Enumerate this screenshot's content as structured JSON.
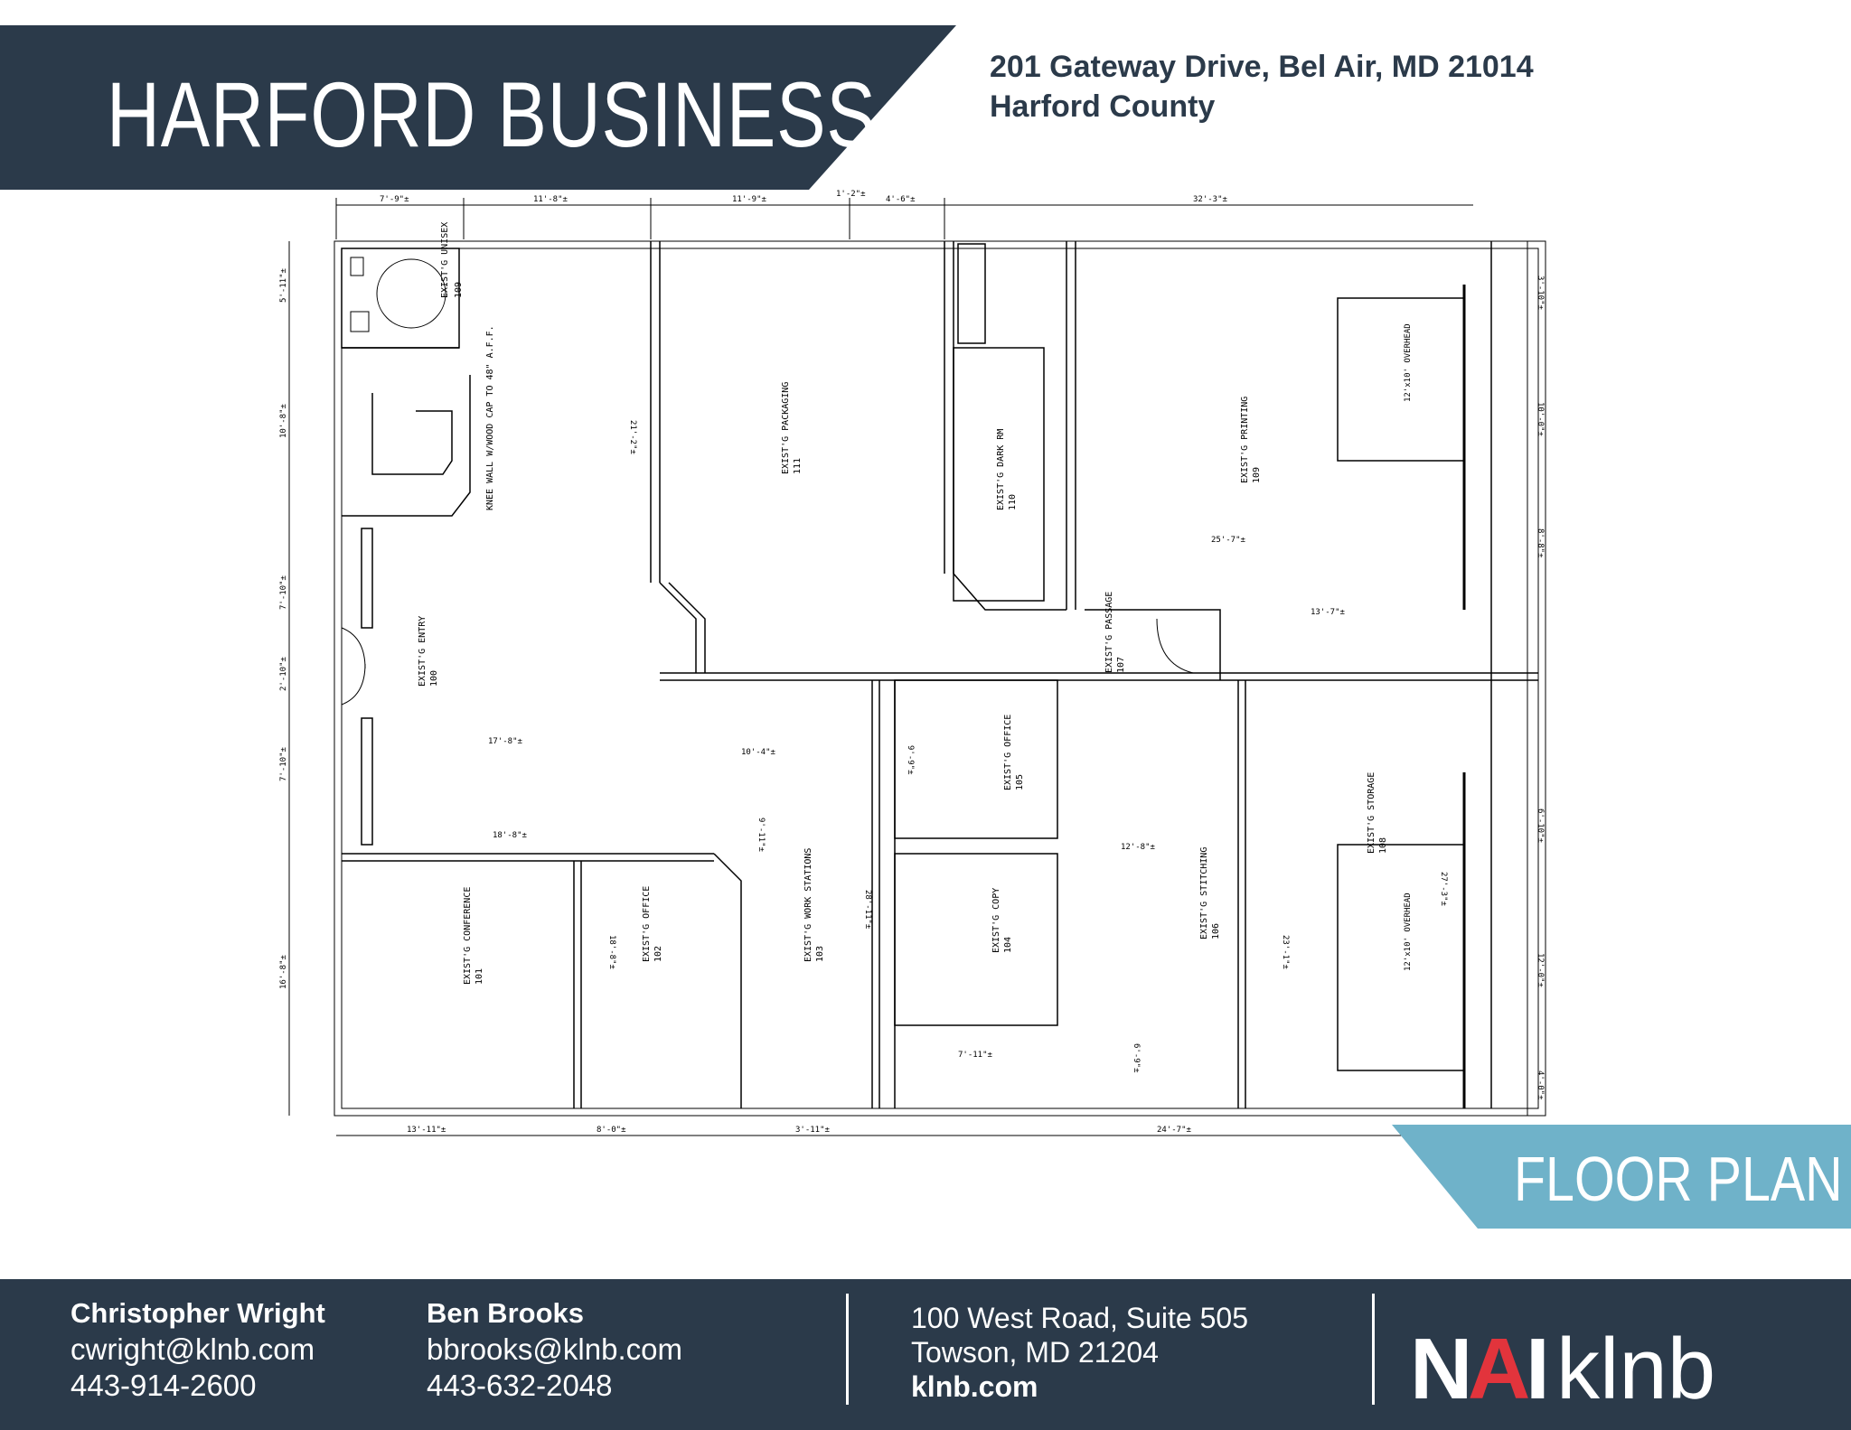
{
  "header": {
    "title": "HARFORD BUSINESS CTR",
    "address_line1": "201 Gateway Drive, Bel Air, MD 21014",
    "address_line2": "Harford County"
  },
  "colors": {
    "navy": "#2b3a4a",
    "light_blue": "#6fb2c9",
    "red": "#e2343c"
  },
  "plan": {
    "rooms": [
      {
        "name": "EXIST'G ENTRY",
        "number": "100"
      },
      {
        "name": "EXIST'G CONFERENCE",
        "number": "101"
      },
      {
        "name": "EXIST'G OFFICE",
        "number": "102"
      },
      {
        "name": "EXIST'G WORK STATIONS",
        "number": "103"
      },
      {
        "name": "EXIST'G COPY",
        "number": "104"
      },
      {
        "name": "EXIST'G OFFICE",
        "number": "105"
      },
      {
        "name": "EXIST'G STITCHING",
        "number": "106"
      },
      {
        "name": "EXIST'G PASSAGE",
        "number": "107"
      },
      {
        "name": "EXIST'G STORAGE",
        "number": "108"
      },
      {
        "name": "EXIST'G PRINTING",
        "number": "109"
      },
      {
        "name": "EXIST'G DARK RM",
        "number": "110"
      },
      {
        "name": "EXIST'G PACKAGING",
        "number": "111"
      },
      {
        "name": "EXIST'G UNISEX",
        "number": "109"
      }
    ],
    "notes": {
      "knee_wall": "KNEE WALL W/WOOD CAP TO 48\" A.F.F.",
      "overhead_a": "12'x10' OVERHEAD",
      "overhead_b": "12'x10' OVERHEAD"
    },
    "dims": {
      "top_a": "7'-9\"±",
      "top_b": "11'-8\"±",
      "top_c": "11'-9\"±",
      "top_d": "1'-2\"±",
      "top_e": "4'-6\"±",
      "top_f": "32'-3\"±",
      "left_a": "5'-11\"±",
      "left_b": "10'-8\"±",
      "left_c": "7'-10\"±",
      "left_d": "2'-10\"±",
      "left_e": "7'-10\"±",
      "left_f": "16'-8\"±",
      "right_a": "3'-10\"±",
      "right_b": "10'-0\"±",
      "right_c": "8'-8\"±",
      "right_d": "6'-10\"±",
      "right_e": "12'-0\"±",
      "right_f": "4'-0\"±",
      "bottom_a": "13'-11\"±",
      "bottom_b": "8'-0\"±",
      "bottom_c": "3'-11\"±",
      "bottom_d": "24'-7\"±",
      "int_a": "21'-2\"±",
      "int_b": "28'-11\"±",
      "int_c": "23'-1\"±",
      "int_d": "27'-3\"±",
      "int_e": "17'-8\"±",
      "int_f": "10'-4\"±",
      "int_g": "18'-8\"±",
      "int_h": "25'-7\"±",
      "int_i": "13'-7\"±",
      "int_j": "12'-8\"±",
      "int_k": "9'-11\"±",
      "int_l": "9'-9\"±",
      "int_m": "18'-8\"±",
      "int_n": "7'-11\"±",
      "int_o": "6'-9\"±"
    }
  },
  "badge": {
    "label": "FLOOR PLAN"
  },
  "footer": {
    "contact1": {
      "name": "Christopher Wright",
      "email": "cwright@klnb.com",
      "phone": "443-914-2600"
    },
    "contact2": {
      "name": "Ben Brooks",
      "email": "bbrooks@klnb.com",
      "phone": "443-632-2048"
    },
    "office": {
      "line1": "100 West Road, Suite 505",
      "line2": "Towson, MD 21204",
      "web": "klnb.com"
    },
    "logo": {
      "part1": "N",
      "part2": "A",
      "part3": "I",
      "part4": "klnb"
    }
  }
}
